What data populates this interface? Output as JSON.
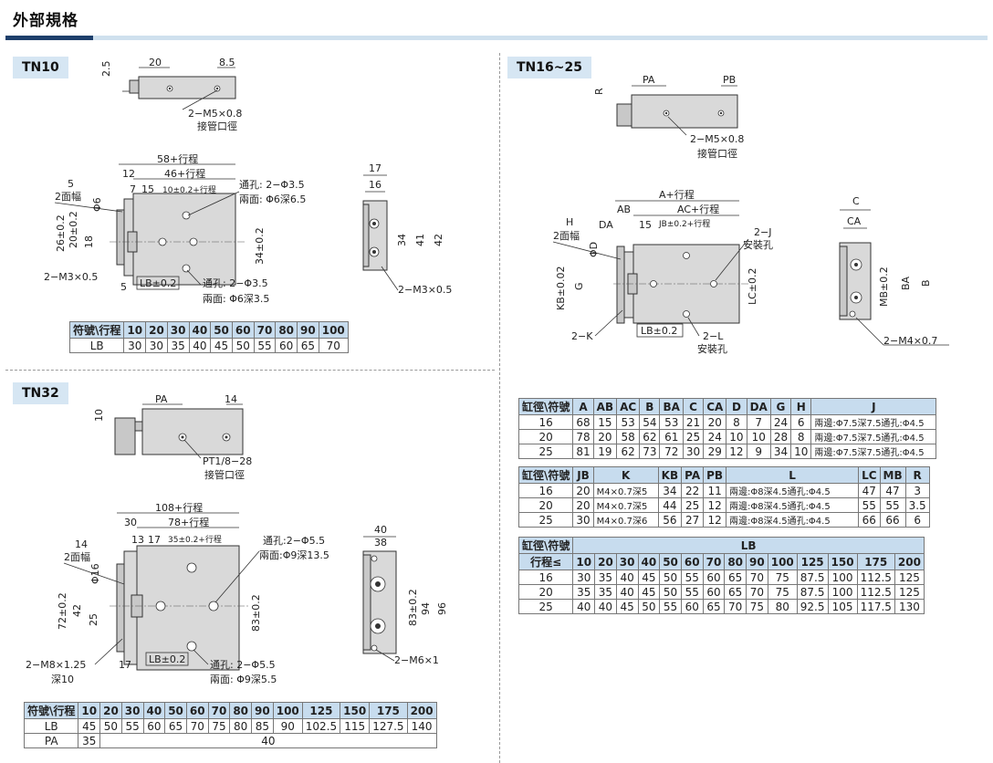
{
  "header": {
    "title": "外部規格"
  },
  "sections": {
    "tn10": "TN10",
    "tn32": "TN32",
    "tn1625": "TN16~25"
  },
  "tn10": {
    "dims": {
      "d2_5": "2.5",
      "d20": "20",
      "d8_5": "8.5",
      "port": "2−M5×0.8",
      "port_cn": "接管口徑",
      "d58": "58+行程",
      "d12": "12",
      "d46": "46+行程",
      "d7": "7",
      "d15": "15",
      "d10": "10±0.2+行程",
      "d5": "5",
      "flats": "2面幅",
      "phi6": "Φ6",
      "d20v": "20±0.2",
      "d18": "18",
      "d26": "26±0.2",
      "d34": "34±0.2",
      "m3": "2−M3×0.5",
      "d5b": "5",
      "lb": "LB±0.2",
      "thru1": "通孔: 2−Φ3.5",
      "cb1": "兩面: Φ6深6.5",
      "thru2": "通孔: 2−Φ3.5",
      "cb2": "兩面: Φ6深3.5",
      "e17": "17",
      "e16": "16",
      "e34": "34",
      "e41": "41",
      "e42": "42",
      "em3": "2−M3×0.5"
    },
    "table": {
      "header": [
        "符號\\行程",
        "10",
        "20",
        "30",
        "40",
        "50",
        "60",
        "70",
        "80",
        "90",
        "100"
      ],
      "rows": [
        [
          "LB",
          "30",
          "30",
          "35",
          "40",
          "45",
          "50",
          "55",
          "60",
          "65",
          "70"
        ]
      ]
    }
  },
  "tn32": {
    "dims": {
      "d10": "10",
      "pa": "PA",
      "d14": "14",
      "port": "PT1/8−28",
      "port_cn": "接管口徑",
      "d108": "108+行程",
      "d30": "30",
      "d78": "78+行程",
      "d13": "13",
      "d17": "17",
      "d35": "35±0.2+行程",
      "d14b": "14",
      "flats": "2面幅",
      "phi16": "Φ16",
      "d42": "42",
      "d72": "72±0.2",
      "d25": "25",
      "d83": "83±0.2",
      "m8": "2−M8×1.25",
      "deep": "深10",
      "d17b": "17",
      "lb": "LB±0.2",
      "thru1": "通孔:2−Φ5.5",
      "cb1": "兩面:Φ9深13.5",
      "thru2": "通孔: 2−Φ5.5",
      "cb2": "兩面: Φ9深5.5",
      "e40": "40",
      "e38": "38",
      "e83": "83±0.2",
      "e94": "94",
      "e96": "96",
      "em6": "2−M6×1"
    },
    "table": {
      "header": [
        "符號\\行程",
        "10",
        "20",
        "30",
        "40",
        "50",
        "60",
        "70",
        "80",
        "90",
        "100",
        "125",
        "150",
        "175",
        "200"
      ],
      "lb": [
        "LB",
        "45",
        "50",
        "55",
        "60",
        "65",
        "70",
        "75",
        "80",
        "85",
        "90",
        "102.5",
        "115",
        "127.5",
        "140"
      ],
      "pa_label": "PA",
      "pa_first": "35",
      "pa_rest": "40"
    }
  },
  "tn1625": {
    "dims": {
      "pa": "PA",
      "pb": "PB",
      "r": "R",
      "port": "2−M5×0.8",
      "port_cn": "接管口徑",
      "a": "A+行程",
      "ab": "AB",
      "ac": "AC+行程",
      "h": "H",
      "da": "DA",
      "d15": "15",
      "jb": "JB±0.2+行程",
      "flats": "2面幅",
      "phid": "ΦD",
      "kb": "KB±0.02",
      "g": "G",
      "j": "2−J",
      "j_cn": "安裝孔",
      "lc": "LC±0.2",
      "k": "2−K",
      "lb": "LB±0.2",
      "l": "2−L",
      "l_cn": "安裝孔",
      "c": "C",
      "ca": "CA",
      "mb": "MB±0.2",
      "ba": "BA",
      "b": "B",
      "m4": "2−M4×0.7"
    },
    "table1": {
      "header": [
        "缸徑\\符號",
        "A",
        "AB",
        "AC",
        "B",
        "BA",
        "C",
        "CA",
        "D",
        "DA",
        "G",
        "H",
        "J"
      ],
      "rows": [
        [
          "16",
          "68",
          "15",
          "53",
          "54",
          "53",
          "21",
          "20",
          "8",
          "7",
          "24",
          "6",
          "兩邊:Φ7.5深7.5通孔:Φ4.5"
        ],
        [
          "20",
          "78",
          "20",
          "58",
          "62",
          "61",
          "25",
          "24",
          "10",
          "10",
          "28",
          "8",
          "兩邊:Φ7.5深7.5通孔:Φ4.5"
        ],
        [
          "25",
          "81",
          "19",
          "62",
          "73",
          "72",
          "30",
          "29",
          "12",
          "9",
          "34",
          "10",
          "兩邊:Φ7.5深7.5通孔:Φ4.5"
        ]
      ]
    },
    "table2": {
      "header": [
        "缸徑\\符號",
        "JB",
        "K",
        "KB",
        "PA",
        "PB",
        "L",
        "LC",
        "MB",
        "R"
      ],
      "rows": [
        [
          "16",
          "20",
          "M4×0.7深5",
          "34",
          "22",
          "11",
          "兩邊:Φ8深4.5通孔:Φ4.5",
          "47",
          "47",
          "3"
        ],
        [
          "20",
          "20",
          "M4×0.7深5",
          "44",
          "25",
          "12",
          "兩邊:Φ8深4.5通孔:Φ4.5",
          "55",
          "55",
          "3.5"
        ],
        [
          "25",
          "30",
          "M4×0.7深6",
          "56",
          "27",
          "12",
          "兩邊:Φ8深4.5通孔:Φ4.5",
          "66",
          "66",
          "6"
        ]
      ]
    },
    "table3": {
      "title_row": [
        "缸徑\\符號",
        "LB"
      ],
      "header": [
        "行程≤",
        "10",
        "20",
        "30",
        "40",
        "50",
        "60",
        "70",
        "80",
        "90",
        "100",
        "125",
        "150",
        "175",
        "200"
      ],
      "rows": [
        [
          "16",
          "30",
          "35",
          "40",
          "45",
          "50",
          "55",
          "60",
          "65",
          "70",
          "75",
          "87.5",
          "100",
          "112.5",
          "125"
        ],
        [
          "20",
          "35",
          "35",
          "40",
          "45",
          "50",
          "55",
          "60",
          "65",
          "70",
          "75",
          "87.5",
          "100",
          "112.5",
          "125"
        ],
        [
          "25",
          "40",
          "40",
          "45",
          "50",
          "55",
          "60",
          "65",
          "70",
          "75",
          "80",
          "92.5",
          "105",
          "117.5",
          "130"
        ]
      ]
    }
  }
}
